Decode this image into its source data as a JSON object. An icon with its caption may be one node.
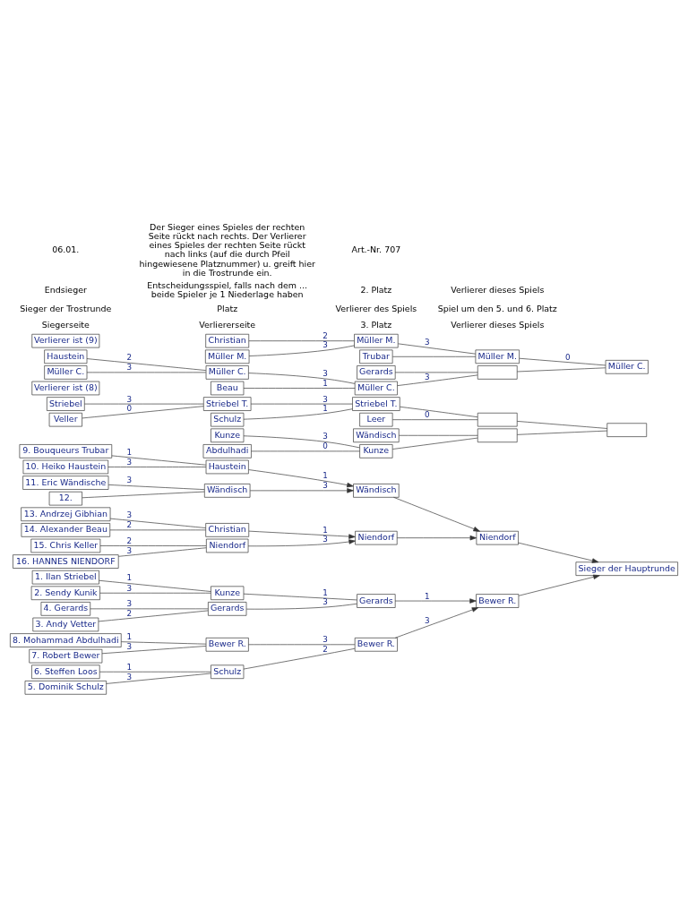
{
  "diagram": {
    "nodes": [
      {
        "text": [
          "1. Ilan Striebel"
        ]
      },
      {
        "text": [
          "2. Sendy Kunik"
        ]
      },
      {
        "text": [
          "3. Andy Vetter"
        ]
      },
      {
        "text": [
          "4. Gerards"
        ]
      },
      {
        "text": [
          "5. Dominik Schulz"
        ]
      },
      {
        "text": [
          "6. Steffen Loos"
        ]
      },
      {
        "text": [
          "7. Robert Bewer"
        ]
      },
      {
        "text": [
          "8. Mohammad Abdulhadi"
        ]
      },
      {
        "text": [
          "9. Bouqueurs Trubar"
        ]
      },
      {
        "text": [
          "10. Heiko Haustein"
        ]
      },
      {
        "text": [
          "11. Eric Wändische"
        ]
      },
      {
        "text": [
          "12."
        ]
      },
      {
        "text": [
          "13. Andrzej Gibhian"
        ]
      },
      {
        "text": [
          "14. Alexander Beau"
        ]
      },
      {
        "text": [
          "15. Chris Keller"
        ]
      },
      {
        "text": [
          "16. HANNES NIENDORF"
        ]
      },
      {
        "text": [
          "Kunze"
        ]
      },
      {
        "text": [
          "Gerards"
        ]
      },
      {
        "text": [
          "Gerards"
        ]
      },
      {
        "text": [
          "Schulz"
        ]
      },
      {
        "text": [
          "Bewer R."
        ]
      },
      {
        "text": [
          "Bewer R."
        ]
      },
      {
        "text": [
          "Bewer R."
        ]
      },
      {
        "text": [
          "Haustein"
        ]
      },
      {
        "text": [
          "Wändisch"
        ]
      },
      {
        "text": [
          "Wändisch"
        ]
      },
      {
        "text": [
          "Christian"
        ]
      },
      {
        "text": [
          "Niendorf"
        ]
      },
      {
        "text": [
          "Niendorf"
        ]
      },
      {
        "text": [
          "Niendorf"
        ]
      },
      {
        "text": [
          "Sieger der Hauptrunde"
        ]
      },
      {
        "text": [
          "Striebel"
        ]
      },
      {
        "text": [
          "Veller"
        ]
      },
      {
        "text": [
          "Striebel T."
        ]
      },
      {
        "text": [
          "Schulz"
        ]
      },
      {
        "text": [
          "Striebel T."
        ]
      },
      {
        "text": [
          "Leer"
        ]
      },
      {
        "text": [],
        "shape": "box"
      },
      {
        "text": [
          "Abdulhadi"
        ]
      },
      {
        "text": [
          "Kunze"
        ]
      },
      {
        "text": [
          "Kunze"
        ]
      },
      {
        "text": [
          "Wändisch"
        ]
      },
      {
        "text": [],
        "shape": "box"
      },
      {
        "text": [],
        "shape": "box"
      },
      {
        "text": [
          "Verlierer ist (8)"
        ]
      },
      {
        "text": [
          "Christian"
        ]
      },
      {
        "text": [
          "Müller M."
        ]
      },
      {
        "text": [
          "Müller M."
        ]
      },
      {
        "text": [
          "Trubar"
        ]
      },
      {
        "text": [
          "Müller M."
        ]
      },
      {
        "text": [
          "Beau"
        ]
      },
      {
        "text": [
          "Haustein"
        ]
      },
      {
        "text": [
          "Müller C."
        ]
      },
      {
        "text": [
          "Müller C."
        ]
      },
      {
        "text": [
          "Müller C."
        ]
      },
      {
        "text": [
          "Gerards"
        ]
      },
      {
        "text": [],
        "shape": "box"
      },
      {
        "text": [
          "Müller C."
        ]
      },
      {
        "text": [
          "Verlierer ist (9)"
        ]
      }
    ],
    "edges": [
      {
        "from": 0,
        "to": 16,
        "arrow": "none",
        "label": "1"
      },
      {
        "from": 1,
        "to": 16,
        "arrow": "none",
        "label": "3"
      },
      {
        "from": 2,
        "to": 17,
        "arrow": "none",
        "label": "2"
      },
      {
        "from": 3,
        "to": 17,
        "arrow": "none",
        "label": "3"
      },
      {
        "from": 16,
        "to": 18,
        "arrow": "none",
        "label": "1"
      },
      {
        "from": 17,
        "to": 18,
        "arrow": "none",
        "label": "3"
      },
      {
        "from": 4,
        "to": 19,
        "arrow": "none",
        "label": "3"
      },
      {
        "from": 5,
        "to": 19,
        "arrow": "none",
        "label": "1"
      },
      {
        "from": 6,
        "to": 20,
        "arrow": "none",
        "label": "3"
      },
      {
        "from": 7,
        "to": 20,
        "arrow": "none",
        "label": "1"
      },
      {
        "from": 19,
        "to": 21,
        "arrow": "none",
        "label": "2"
      },
      {
        "from": 20,
        "to": 21,
        "arrow": "none",
        "label": "3"
      },
      {
        "from": 18,
        "to": 22,
        "arrow": "to",
        "label": "1"
      },
      {
        "from": 21,
        "to": 22,
        "arrow": "to",
        "label": "3"
      },
      {
        "from": 8,
        "to": 23,
        "arrow": "none",
        "label": "1"
      },
      {
        "from": 9,
        "to": 23,
        "arrow": "none",
        "label": "3"
      },
      {
        "from": 10,
        "to": 24,
        "arrow": "none",
        "label": "3"
      },
      {
        "from": 11,
        "to": 24,
        "arrow": "none"
      },
      {
        "from": 23,
        "to": 25,
        "arrow": "to",
        "label": "1"
      },
      {
        "from": 24,
        "to": 25,
        "arrow": "to",
        "label": "3"
      },
      {
        "from": 12,
        "to": 26,
        "arrow": "none",
        "label": "3"
      },
      {
        "from": 13,
        "to": 26,
        "arrow": "none",
        "label": "2"
      },
      {
        "from": 14,
        "to": 27,
        "arrow": "none",
        "label": "2"
      },
      {
        "from": 15,
        "to": 27,
        "arrow": "none",
        "label": "3"
      },
      {
        "from": 26,
        "to": 28,
        "arrow": "to",
        "label": "1"
      },
      {
        "from": 27,
        "to": 28,
        "arrow": "to",
        "label": "3"
      },
      {
        "from": 25,
        "to": 29,
        "arrow": "to"
      },
      {
        "from": 28,
        "to": 29,
        "arrow": "to"
      },
      {
        "from": 22,
        "to": 30,
        "arrow": "to"
      },
      {
        "from": 29,
        "to": 30,
        "arrow": "to"
      },
      {
        "from": 31,
        "to": 33,
        "arrow": "none",
        "label": "3"
      },
      {
        "from": 32,
        "to": 33,
        "arrow": "none",
        "label": "0"
      },
      {
        "from": 33,
        "to": 35,
        "arrow": "none",
        "label": "3"
      },
      {
        "from": 34,
        "to": 35,
        "arrow": "none",
        "label": "1"
      },
      {
        "from": 35,
        "to": 37,
        "arrow": "none"
      },
      {
        "from": 36,
        "to": 37,
        "arrow": "none",
        "label": "0"
      },
      {
        "from": 38,
        "to": 40,
        "arrow": "none",
        "label": "0"
      },
      {
        "from": 39,
        "to": 40,
        "arrow": "none",
        "label": "3"
      },
      {
        "from": 40,
        "to": 42,
        "arrow": "none"
      },
      {
        "from": 41,
        "to": 42,
        "arrow": "none"
      },
      {
        "from": 37,
        "to": 43,
        "arrow": "none"
      },
      {
        "from": 42,
        "to": 43,
        "arrow": "none"
      },
      {
        "from": 45,
        "to": 47,
        "arrow": "none",
        "label": "2"
      },
      {
        "from": 46,
        "to": 47,
        "arrow": "none",
        "label": "3"
      },
      {
        "from": 47,
        "to": 49,
        "arrow": "none",
        "label": "3"
      },
      {
        "from": 48,
        "to": 49,
        "arrow": "none"
      },
      {
        "from": 51,
        "to": 53,
        "arrow": "none",
        "label": "2"
      },
      {
        "from": 52,
        "to": 53,
        "arrow": "none",
        "label": "3"
      },
      {
        "from": 50,
        "to": 54,
        "arrow": "none",
        "label": "1"
      },
      {
        "from": 53,
        "to": 54,
        "arrow": "none",
        "label": "3"
      },
      {
        "from": 54,
        "to": 56,
        "arrow": "none",
        "label": "3"
      },
      {
        "from": 55,
        "to": 56,
        "arrow": "none"
      },
      {
        "from": 49,
        "to": 57,
        "arrow": "none",
        "label": "0"
      },
      {
        "from": 56,
        "to": 57,
        "arrow": "none"
      }
    ],
    "labels": [
      "Siegerseite",
      "Verliererseite",
      "3. Platz",
      "Verlierer dieses Spiels",
      "Sieger der Trostrunde",
      "Platz",
      "Verlierer des Spiels",
      "Spiel um den 5. und 6. Platz",
      "Endsieger",
      "Entscheidungsspiel, falls nach dem ... beide Spieler je 1 Niederlage haben",
      "2. Platz",
      "Verlierer dieses Spiels",
      "06.01.",
      "Der Sieger eines Spieles der rechten Seite rückt nach rechts. Der Verlierer eines Spieles der rechten Seite rückt nach links (auf die durch Pfeil hingewiesene Platznummer) u. greift hier in die Trostrunde ein.",
      "Art.-Nr. 707"
    ]
  }
}
